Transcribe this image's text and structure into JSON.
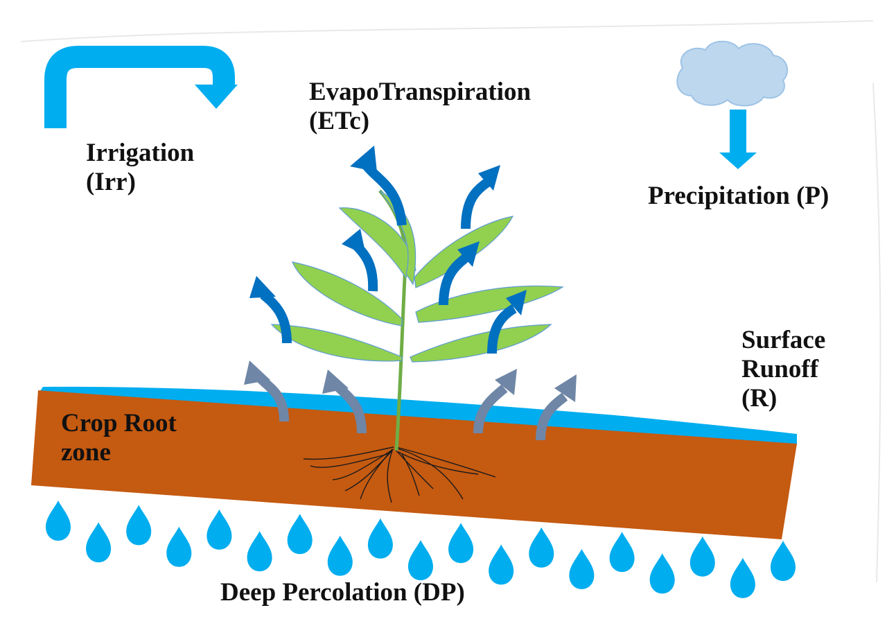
{
  "labels": {
    "irrigation": [
      "Irrigation",
      "(Irr)"
    ],
    "evapotranspiration": [
      "EvapoTranspiration",
      "(ETc)"
    ],
    "precipitation": [
      "Precipitation (P)"
    ],
    "surface_runoff": [
      "Surface",
      "Runoff",
      "(R)"
    ],
    "root_zone": [
      "Crop Root",
      "zone"
    ],
    "deep_percolation": [
      "Deep Percolation (DP)"
    ]
  },
  "colors": {
    "water": "#00adef",
    "soil": "#c55a11",
    "leaf": "#92d050",
    "et_arrow": "#0070c0",
    "soil_evap_arrow": "#6f86a6",
    "cloud": "#bdd7ee",
    "root": "#1a1a1a"
  },
  "icons": [
    "irrigation-arrow-icon",
    "cloud-icon",
    "precipitation-arrow-icon",
    "crop-plant-icon",
    "water-drop-icon"
  ]
}
